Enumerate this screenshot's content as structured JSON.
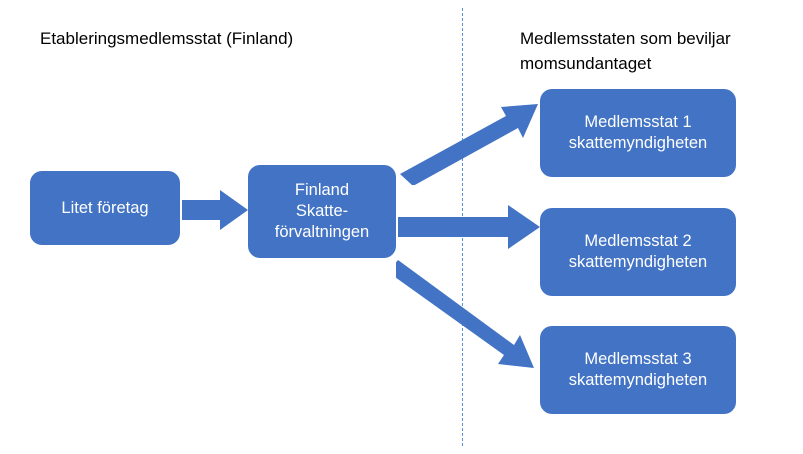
{
  "headers": {
    "left": "Etableringsmedlemsstat (Finland)",
    "right": "Medlemsstaten som beviljar momsundantaget"
  },
  "nodes": {
    "small_business": "Litet företag",
    "finland_tax": "Finland\nSkatte-\nförvaltningen",
    "member_state_1": "Medlemsstat 1\nskattemyndigheten",
    "member_state_2": "Medlemsstat 2\nskattemyndigheten",
    "member_state_3": "Medlemsstat 3\nskattemyndigheten"
  },
  "colors": {
    "node_fill": "#4273c4",
    "arrow_fill": "#4273c4",
    "divider": "#5b8fd4",
    "text_on_node": "#ffffff",
    "header_text": "#000000"
  },
  "connections": [
    {
      "from": "small_business",
      "to": "finland_tax"
    },
    {
      "from": "finland_tax",
      "to": "member_state_1"
    },
    {
      "from": "finland_tax",
      "to": "member_state_2"
    },
    {
      "from": "finland_tax",
      "to": "member_state_3"
    }
  ]
}
